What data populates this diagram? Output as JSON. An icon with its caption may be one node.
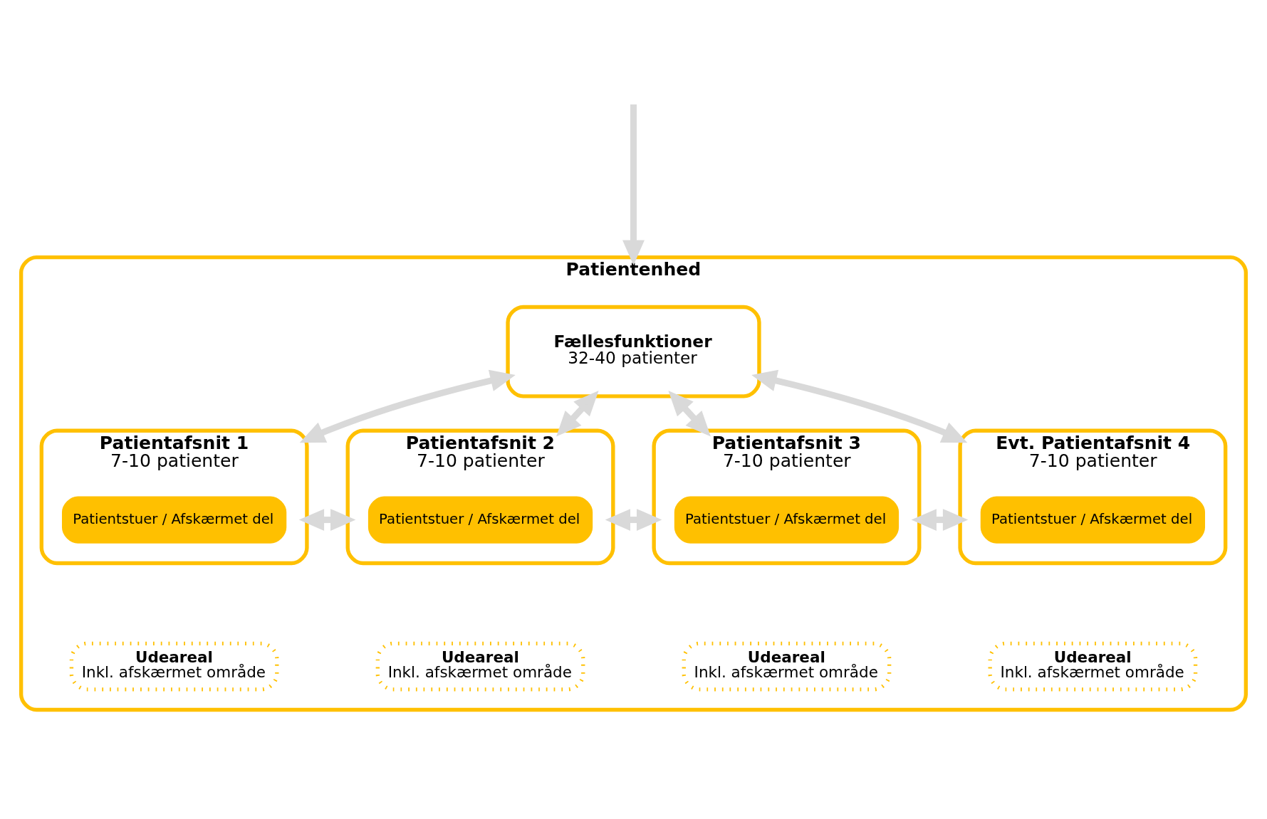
{
  "diagram": {
    "nodes": [
      {
        "text": [
          "Patientenhed"
        ]
      },
      {
        "text": [
          "Fællesfunktioner",
          "32-40 patienter"
        ],
        "in": 0
      },
      {
        "text": [
          "Patientafsnit 1",
          "7-10 patienter"
        ],
        "in": 0
      },
      {
        "text": [
          "Patientstuer / Afskærmet del"
        ],
        "in": 2
      },
      {
        "text": [
          "Udeareal",
          "Inkl. afskærmet område"
        ],
        "in": 0
      },
      {
        "text": [
          "Patientafsnit 2",
          "7-10 patienter"
        ],
        "in": 0
      },
      {
        "text": [
          "Patientstuer / Afskærmet del"
        ],
        "in": 5
      },
      {
        "text": [
          "Udeareal",
          "Inkl. afskærmet område"
        ],
        "in": 0
      },
      {
        "text": [
          "Patientafsnit 3",
          "7-10 patienter"
        ],
        "in": 0
      },
      {
        "text": [
          "Patientstuer / Afskærmet del"
        ],
        "in": 8
      },
      {
        "text": [
          "Udeareal",
          "Inkl. afskærmet område"
        ],
        "in": 0
      },
      {
        "text": [
          "Evt. Patientafsnit 4",
          "7-10 patienter"
        ],
        "in": 0
      },
      {
        "text": [
          "Patientstuer / Afskærmet del"
        ],
        "in": 11
      },
      {
        "text": [
          "Udeareal",
          "Inkl. afskærmet område"
        ],
        "in": 0
      }
    ],
    "edges": [
      {
        "from": null,
        "to": 0,
        "arrow": "to"
      },
      {
        "from": 1,
        "to": 2,
        "arrow": "both"
      },
      {
        "from": 1,
        "to": 5,
        "arrow": "both"
      },
      {
        "from": 1,
        "to": 8,
        "arrow": "both"
      },
      {
        "from": 1,
        "to": 11,
        "arrow": "both"
      },
      {
        "from": 2,
        "to": 5,
        "arrow": "both"
      },
      {
        "from": 5,
        "to": 8,
        "arrow": "both"
      },
      {
        "from": 8,
        "to": 11,
        "arrow": "both"
      }
    ]
  }
}
